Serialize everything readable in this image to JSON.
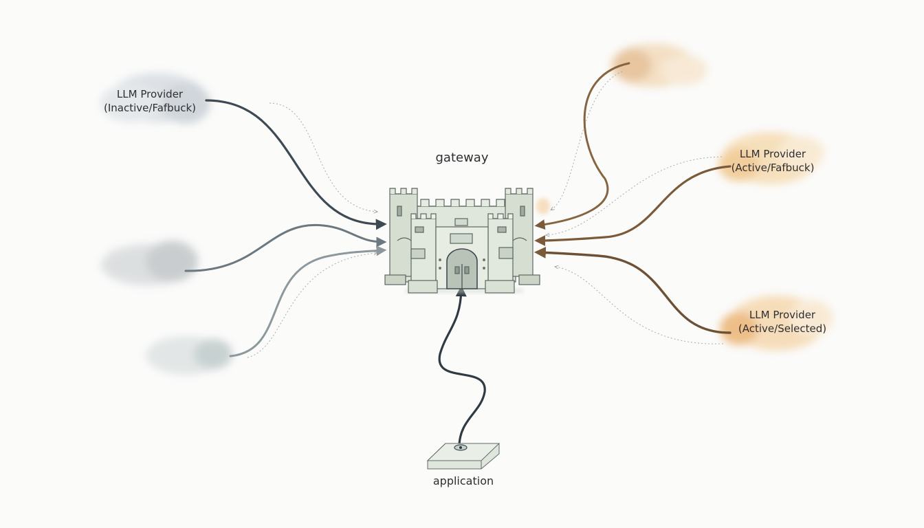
{
  "diagram": {
    "gateway_label": "gateway",
    "application_label": "application",
    "providers": [
      {
        "line1": "LLM Provider",
        "line2": "(Inactive/Fafbuck)",
        "status": "inactive",
        "color": "#8a96a0"
      },
      {
        "line1": "LLM Provider",
        "line2": "(Active/Fafbuck)",
        "status": "active",
        "color": "#e6a655"
      },
      {
        "line1": "LLM Provider",
        "line2": "(Active/Selected)",
        "status": "active",
        "color": "#e2a25a"
      }
    ],
    "colors": {
      "background": "#fbfbfa",
      "inactive_line": "#4e5a63",
      "active_line": "#86643f",
      "app_line": "#2f3a42",
      "gateway_stone": "#d7dfd4"
    }
  }
}
